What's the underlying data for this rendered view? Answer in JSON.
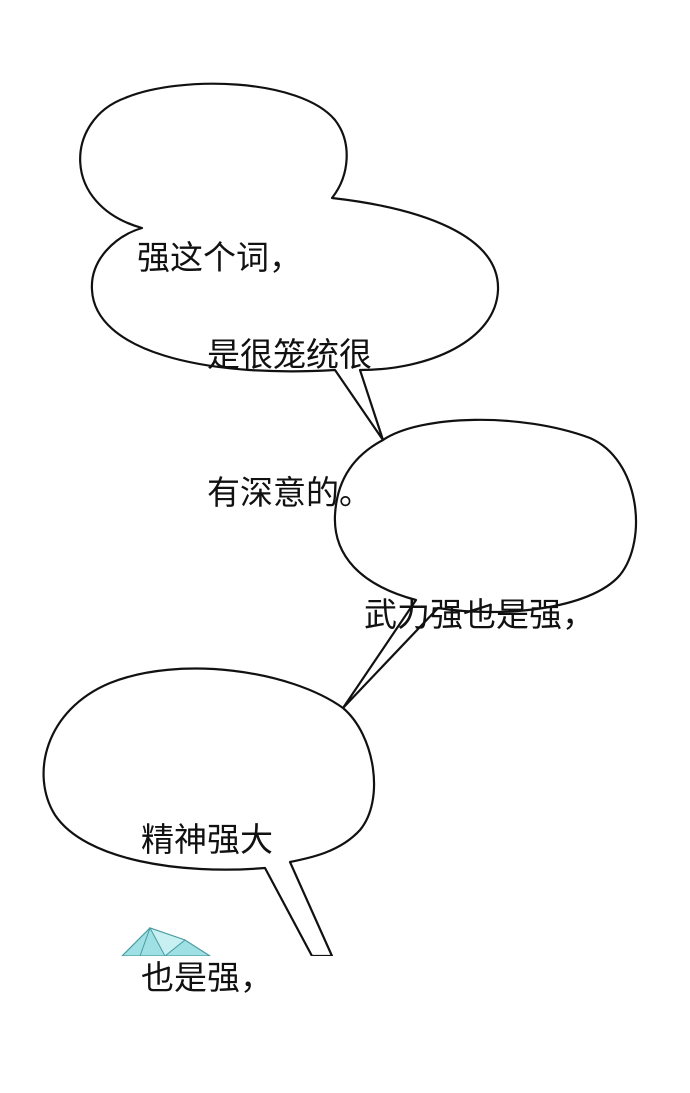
{
  "speech_bubbles": [
    {
      "id": "bubble-1",
      "lines": [
        "强这个词，",
        "是很笼统很",
        "有深意的。"
      ]
    },
    {
      "id": "bubble-2",
      "lines": [
        "武力强也是强，"
      ]
    },
    {
      "id": "bubble-3",
      "lines": [
        "精神强大",
        "也是强，"
      ]
    }
  ],
  "colors": {
    "background": "#ffffff",
    "outline": "#111111",
    "crystal": "#7fd3d8"
  }
}
